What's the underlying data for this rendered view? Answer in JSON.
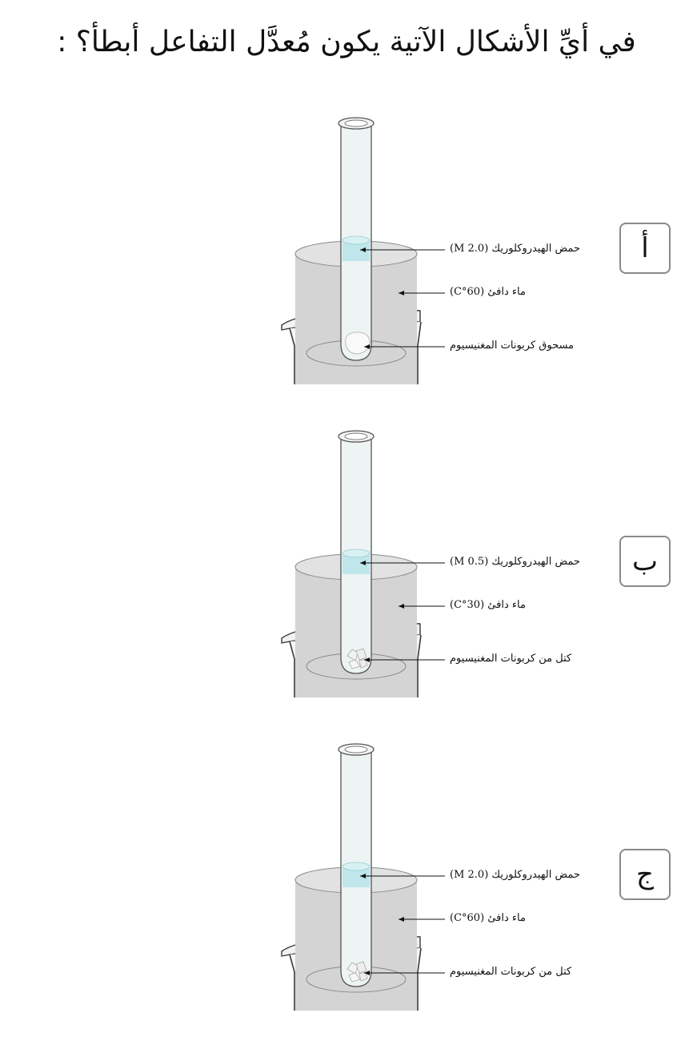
{
  "question": "في أيِّ الأشكال الآتية يكون مُعدَّل التفاعل أبطأ؟ :",
  "options": [
    {
      "letter": "أ",
      "acid_label": "حمض الهيدروكلوريك (2.0 M)",
      "water_label": "ماء دافئ (60°C)",
      "solid_label": "مسحوق كربونات المغنيسيوم",
      "solid_form": "powder"
    },
    {
      "letter": "ب",
      "acid_label": "حمض الهيدروكلوريك (0.5 M)",
      "water_label": "ماء دافئ (30°C)",
      "solid_label": "كتل من كربونات المغنيسيوم",
      "solid_form": "lumps"
    },
    {
      "letter": "ج",
      "acid_label": "حمض الهيدروكلوريك (2.0 M)",
      "water_label": "ماء دافئ (60°C)",
      "solid_label": "كتل من كربونات المغنيسيوم",
      "solid_form": "lumps"
    }
  ],
  "colors": {
    "water": "#d4d4d4",
    "acid": "#bfe6ea",
    "glass_stroke": "#3a3a3a"
  }
}
